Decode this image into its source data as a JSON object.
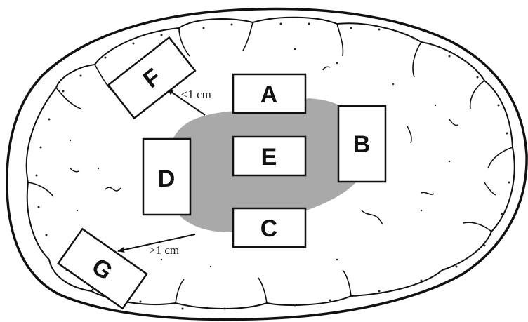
{
  "diagram": {
    "colors": {
      "outline": "#111111",
      "tumor_fill": "#a9a9a9",
      "box_fill": "#ffffff",
      "background": "#ffffff"
    },
    "boxes": {
      "A": "A",
      "B": "B",
      "C": "C",
      "D": "D",
      "E": "E",
      "F": "F",
      "G": "G"
    },
    "measurements": {
      "near": "≤1 cm",
      "far": ">1 cm"
    }
  }
}
